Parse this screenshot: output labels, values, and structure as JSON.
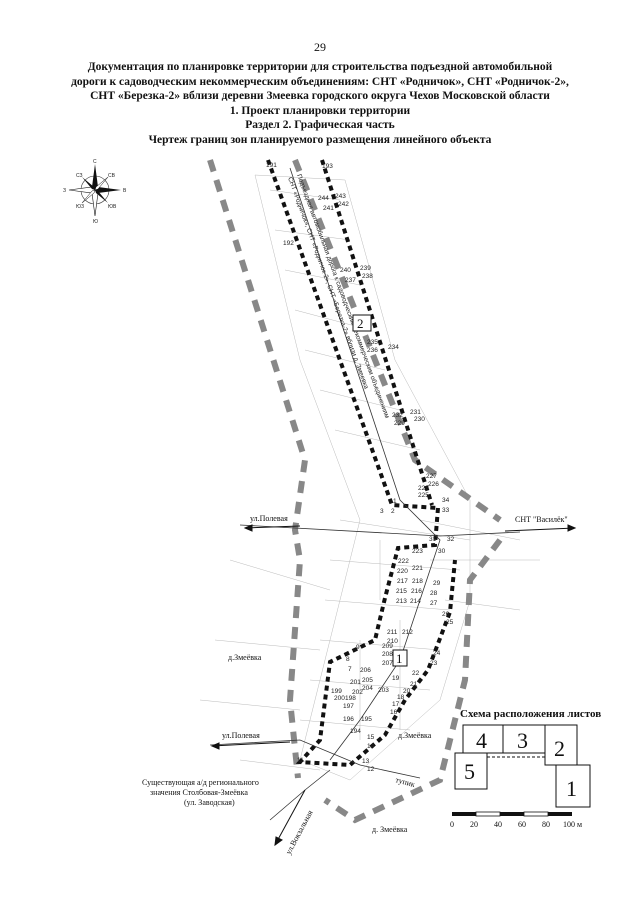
{
  "page_number": "29",
  "title_lines": [
    "Документация по планировке территории для строительства подъездной автомобильной",
    "дороги к садоводческим некоммерческим объединениям: СНТ «Родничок», СНТ «Родничок-2»,",
    "СНТ «Березка-2» вблизи деревни Змеевка городского округа Чехов Московской области",
    "1. Проект планировки территории",
    "Раздел 2. Графическая часть",
    "Чертеж границ зон планируемого размещения линейного объекта"
  ],
  "map": {
    "street_labels": {
      "polevaya_top": "ул.Полевая",
      "polevaya_bottom": "ул.Полевая",
      "vokzalnaya": "ул.Вокзальная",
      "snt_vasildyok": "СНТ \"Василёк\"",
      "tupik": "тупик"
    },
    "village_labels": {
      "zmeevka_left": "д.Змеёвка",
      "zmeevka_mid": "д.Змеёвка",
      "zmeevka_bottom": "д. Змеёвка"
    },
    "existing_road_lines": [
      "Существующая а/д регионального",
      "значения Столбовая-Змеёвка",
      "(ул. Заводская)"
    ],
    "road_caption_lines": [
      "Подъездная автомобильная дорога к садоводческим некоммерческим объединениям",
      "СНТ «Родничок», СНТ «Родничок-2», СНТ «Березка-2» вблизи д. Змеевка"
    ],
    "sheet_markers": {
      "sheet2": "2",
      "sheet1": "1"
    },
    "point_labels": [
      {
        "t": "191",
        "a": "p191"
      },
      {
        "t": "192",
        "a": "p192"
      },
      {
        "t": "193",
        "a": "p193"
      },
      {
        "t": "244",
        "a": "p244"
      },
      {
        "t": "243",
        "a": "p243"
      },
      {
        "t": "242",
        "a": "p242"
      },
      {
        "t": "241",
        "a": "p241"
      },
      {
        "t": "240",
        "a": "p240"
      },
      {
        "t": "239",
        "a": "p239"
      },
      {
        "t": "238",
        "a": "p238"
      },
      {
        "t": "237",
        "a": "p237"
      },
      {
        "t": "235",
        "a": "p235"
      },
      {
        "t": "236",
        "a": "p236"
      },
      {
        "t": "234",
        "a": "p234"
      },
      {
        "t": "231",
        "a": "p231"
      },
      {
        "t": "232",
        "a": "p232"
      },
      {
        "t": "230",
        "a": "p230"
      },
      {
        "t": "229",
        "a": "p229"
      },
      {
        "t": "227",
        "a": "p227"
      },
      {
        "t": "228",
        "a": "p228"
      },
      {
        "t": "226",
        "a": "p226"
      },
      {
        "t": "225",
        "a": "p225"
      },
      {
        "t": "34",
        "a": "p34"
      },
      {
        "t": "33",
        "a": "p33"
      },
      {
        "t": "32",
        "a": "p32"
      },
      {
        "t": "31",
        "a": "p31"
      },
      {
        "t": "30",
        "a": "p30"
      },
      {
        "t": "1",
        "a": "p1"
      },
      {
        "t": "2",
        "a": "p2"
      },
      {
        "t": "3",
        "a": "p3"
      },
      {
        "t": "223",
        "a": "p223"
      },
      {
        "t": "222",
        "a": "p222"
      },
      {
        "t": "221",
        "a": "p221"
      },
      {
        "t": "220",
        "a": "p220"
      },
      {
        "t": "217",
        "a": "p217"
      },
      {
        "t": "218",
        "a": "p218"
      },
      {
        "t": "215",
        "a": "p215"
      },
      {
        "t": "216",
        "a": "p216"
      },
      {
        "t": "213",
        "a": "p213"
      },
      {
        "t": "214",
        "a": "p214"
      },
      {
        "t": "29",
        "a": "p29"
      },
      {
        "t": "28",
        "a": "p28"
      },
      {
        "t": "27",
        "a": "p27"
      },
      {
        "t": "26",
        "a": "p26"
      },
      {
        "t": "25",
        "a": "p25"
      },
      {
        "t": "24",
        "a": "p24"
      },
      {
        "t": "211",
        "a": "p211"
      },
      {
        "t": "212",
        "a": "p212"
      },
      {
        "t": "210",
        "a": "p210"
      },
      {
        "t": "9",
        "a": "p9"
      },
      {
        "t": "8",
        "a": "p8"
      },
      {
        "t": "7",
        "a": "p7"
      },
      {
        "t": "209",
        "a": "p209"
      },
      {
        "t": "208",
        "a": "p208"
      },
      {
        "t": "207",
        "a": "p207"
      },
      {
        "t": "206",
        "a": "p206"
      },
      {
        "t": "205",
        "a": "p205"
      },
      {
        "t": "204",
        "a": "p204"
      },
      {
        "t": "203",
        "a": "p203"
      },
      {
        "t": "23",
        "a": "p23"
      },
      {
        "t": "22",
        "a": "p22"
      },
      {
        "t": "21",
        "a": "p21"
      },
      {
        "t": "20",
        "a": "p20"
      },
      {
        "t": "19",
        "a": "p19"
      },
      {
        "t": "18",
        "a": "p18"
      },
      {
        "t": "17",
        "a": "p17"
      },
      {
        "t": "16",
        "a": "p16"
      },
      {
        "t": "201",
        "a": "p201"
      },
      {
        "t": "202",
        "a": "p202"
      },
      {
        "t": "200",
        "a": "p200"
      },
      {
        "t": "199",
        "a": "p199"
      },
      {
        "t": "198",
        "a": "p198"
      },
      {
        "t": "197",
        "a": "p197"
      },
      {
        "t": "196",
        "a": "p196"
      },
      {
        "t": "195",
        "a": "p195"
      },
      {
        "t": "194",
        "a": "p194"
      },
      {
        "t": "15",
        "a": "p15"
      },
      {
        "t": "14",
        "a": "p14"
      },
      {
        "t": "13",
        "a": "p13"
      },
      {
        "t": "12",
        "a": "p12"
      },
      {
        "t": "11",
        "a": "p11"
      }
    ]
  },
  "compass": {
    "labels": [
      "С",
      "Ю",
      "З",
      "В",
      "СЗ",
      "СВ",
      "ЮЗ",
      "ЮВ"
    ]
  },
  "layout_scheme": {
    "title": "Схема расположения листов",
    "sheets": [
      "4",
      "3",
      "2",
      "5",
      "1"
    ]
  },
  "scale_bar": {
    "ticks": [
      "0",
      "20",
      "40",
      "60",
      "80",
      "100 м"
    ]
  }
}
